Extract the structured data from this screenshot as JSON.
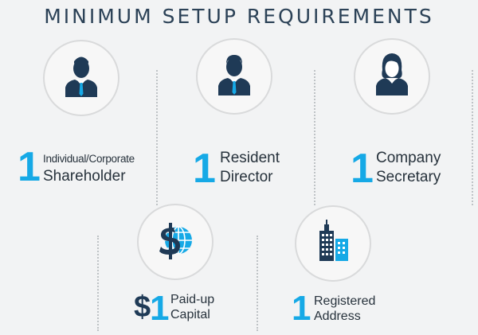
{
  "title": "MINIMUM SETUP REQUIREMENTS",
  "colors": {
    "accent": "#16a9e6",
    "icon": "#1f3a56",
    "text": "#27323c",
    "background": "#f2f3f4"
  },
  "items": [
    {
      "icon": "businessman-icon",
      "number": "1",
      "line1": "Individual/Corporate",
      "line2": "Shareholder"
    },
    {
      "icon": "director-icon",
      "number": "1",
      "line1": "Resident",
      "line2": "Director"
    },
    {
      "icon": "businesswoman-icon",
      "number": "1",
      "line1": "Company",
      "line2": "Secretary"
    },
    {
      "icon": "dollar-globe-icon",
      "currency": "$",
      "number": "1",
      "line1": "Paid-up",
      "line2": "Capital"
    },
    {
      "icon": "office-building-icon",
      "number": "1",
      "line1": "Registered",
      "line2": "Address"
    }
  ]
}
